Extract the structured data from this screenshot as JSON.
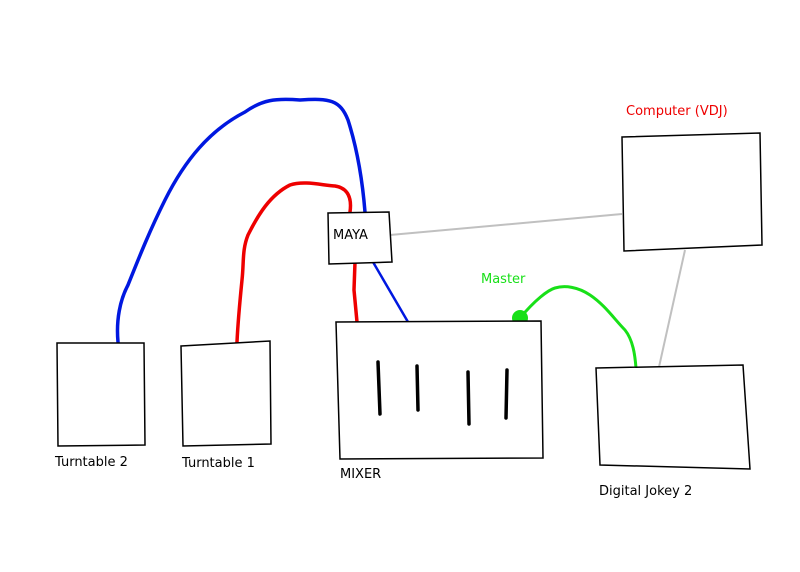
{
  "diagram": {
    "nodes": {
      "turntable2": {
        "label": "Turntable 2"
      },
      "turntable1": {
        "label": "Turntable 1"
      },
      "maya": {
        "label": "MAYA"
      },
      "mixer": {
        "label": "MIXER"
      },
      "computer": {
        "label": "Computer (VDJ)"
      },
      "digital_jokey": {
        "label": "Digital Jokey 2"
      }
    },
    "connections": {
      "master": {
        "label": "Master"
      }
    },
    "colors": {
      "blue_cable": "#0018e0",
      "red_cable": "#ee0000",
      "green_cable": "#18e018",
      "gray_cable": "#c0c0c0",
      "computer_label": "#ee0000",
      "master_label": "#18e018",
      "outline": "#000000"
    }
  }
}
